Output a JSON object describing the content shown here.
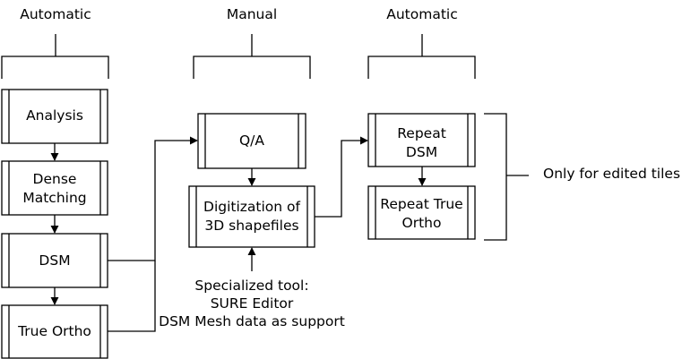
{
  "phases": [
    {
      "label": "Automatic"
    },
    {
      "label": "Manual"
    },
    {
      "label": "Automatic"
    }
  ],
  "steps": {
    "analysis": "Analysis",
    "dense_matching": [
      "Dense",
      "Matching"
    ],
    "dsm": "DSM",
    "true_ortho": "True Ortho",
    "qa": "Q/A",
    "digitization": [
      "Digitization of",
      "3D shapefiles"
    ],
    "repeat_dsm": [
      "Repeat",
      "DSM"
    ],
    "repeat_true_ortho": [
      "Repeat True",
      "Ortho"
    ]
  },
  "annotations": {
    "tool_note": [
      "Specialized tool:",
      "SURE Editor",
      "DSM Mesh data as support"
    ],
    "edited_tiles": "Only for edited tiles"
  },
  "colors": {
    "stroke": "#000000",
    "background": "#ffffff"
  }
}
